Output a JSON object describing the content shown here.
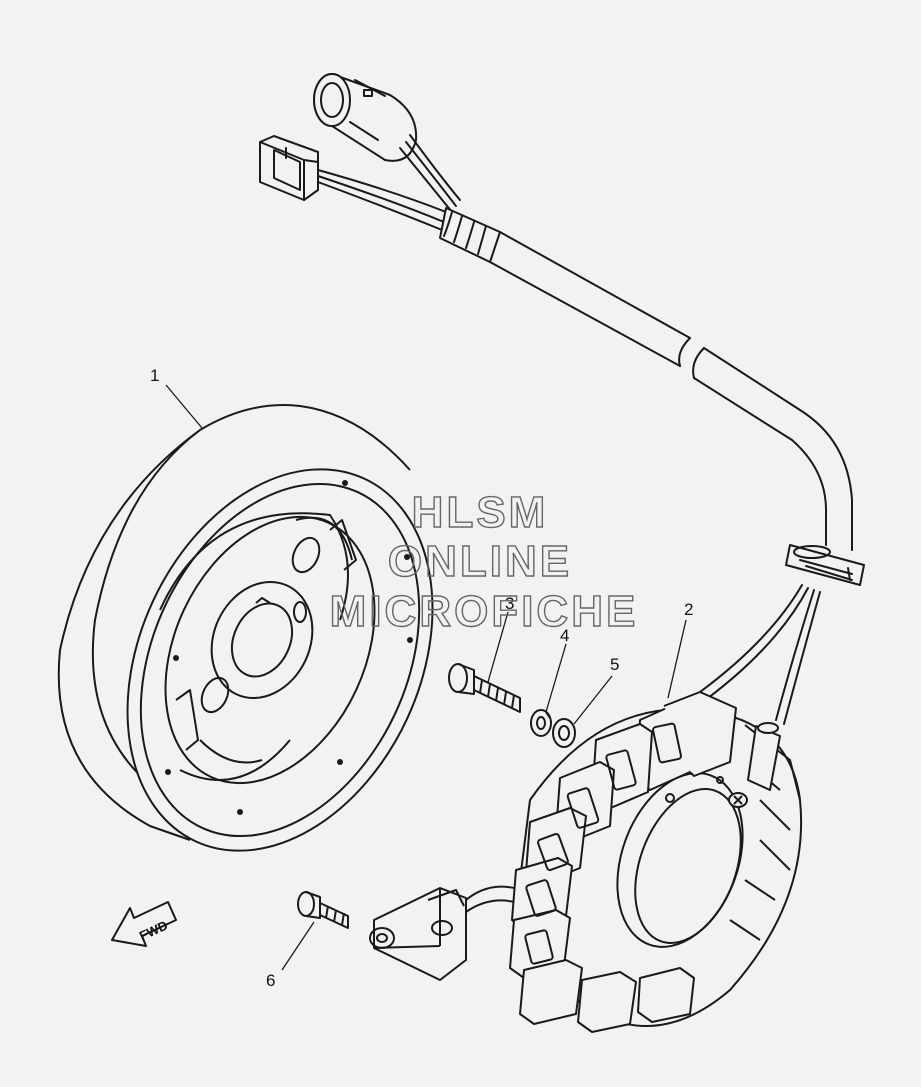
{
  "diagram": {
    "callouts": [
      {
        "id": "1"
      },
      {
        "id": "2"
      },
      {
        "id": "3"
      },
      {
        "id": "4"
      },
      {
        "id": "5"
      },
      {
        "id": "6"
      }
    ],
    "fwd_label": "FWD",
    "watermark": {
      "line1": "HLSM",
      "line2": "ONLINE",
      "line3": "MICROFICHE"
    }
  },
  "colors": {
    "background": "#f2f2f2",
    "line": "#1a1a1a",
    "watermark": "#666666"
  }
}
